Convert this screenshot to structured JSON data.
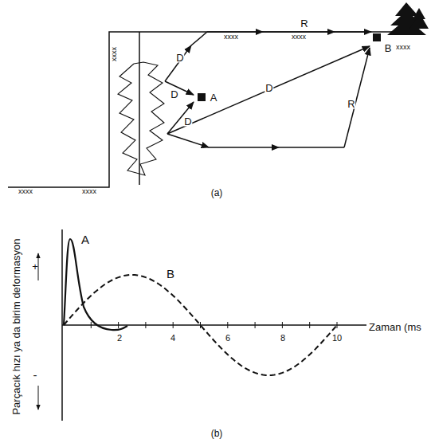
{
  "diagram": {
    "labels": [
      "xxxx",
      "xxxx",
      "xxxx",
      "xxxx",
      "xxxx",
      "xxxx",
      "D",
      "D",
      "D",
      "D",
      "R",
      "R",
      "A",
      "B",
      "(a)",
      "A",
      "B",
      "+",
      "-",
      "Parçacık hızı ya da birim deformasyon",
      "Zaman (ms",
      "2",
      "4",
      "6",
      "8",
      "10",
      "(b)"
    ]
  }
}
